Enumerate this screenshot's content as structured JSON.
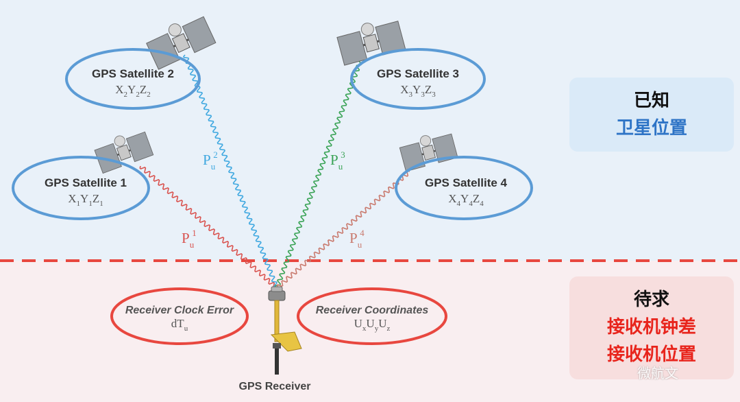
{
  "satellites": [
    {
      "name": "GPS Satellite 1",
      "coords": {
        "x": "X",
        "xs": "1",
        "y": "Y",
        "ys": "1",
        "z": "Z",
        "zs": "1"
      },
      "pseudorange": {
        "base": "P",
        "sub": "u",
        "sup": "1"
      },
      "color": "#d9534f"
    },
    {
      "name": "GPS Satellite 2",
      "coords": {
        "x": "X",
        "xs": "2",
        "y": "Y",
        "ys": "2",
        "z": "Z",
        "zs": "2"
      },
      "pseudorange": {
        "base": "P",
        "sub": "u",
        "sup": "2"
      },
      "color": "#3fa8e0"
    },
    {
      "name": "GPS Satellite 3",
      "coords": {
        "x": "X",
        "xs": "3",
        "y": "Y",
        "ys": "3",
        "z": "Z",
        "zs": "3"
      },
      "pseudorange": {
        "base": "P",
        "sub": "u",
        "sup": "3"
      },
      "color": "#3aa356"
    },
    {
      "name": "GPS Satellite 4",
      "coords": {
        "x": "X",
        "xs": "4",
        "y": "Y",
        "ys": "4",
        "z": "Z",
        "zs": "4"
      },
      "pseudorange": {
        "base": "P",
        "sub": "u",
        "sup": "4"
      },
      "color": "#c97a6e"
    }
  ],
  "receiver": {
    "label": "GPS Receiver",
    "clock_error": {
      "name": "Receiver Clock Error",
      "symbol": "dT",
      "sub": "u"
    },
    "coordinates": {
      "name": "Receiver Coordinates",
      "u1": "U",
      "s1": "x",
      "u2": "U",
      "s2": "y",
      "u3": "U",
      "s3": "z"
    }
  },
  "known_box": {
    "line1": "已知",
    "line2": "卫星位置"
  },
  "unknown_box": {
    "line1": "待求",
    "line2": "接收机钟差",
    "line3": "接收机位置"
  },
  "watermark": "微航文",
  "colors": {
    "known_bg": "#e9f1f9",
    "unknown_bg": "#f9eef0",
    "divider": "#e8473f",
    "satellite_ring": "#5b9bd5",
    "receiver_ring": "#e8473f"
  }
}
